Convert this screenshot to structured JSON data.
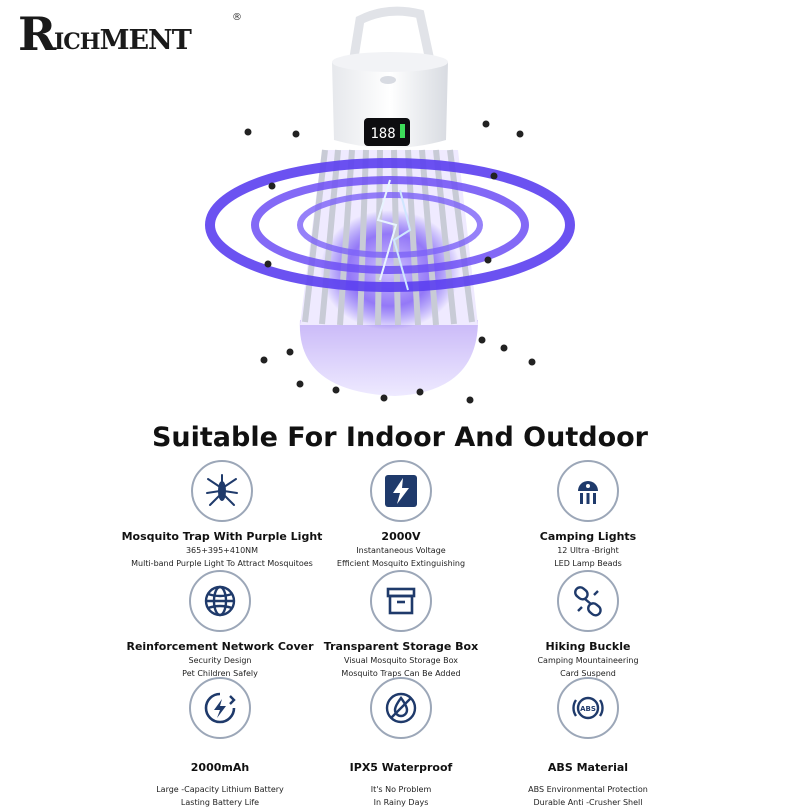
{
  "brand": {
    "logo_text": "RICHMENT",
    "registered_mark": "®"
  },
  "headline": "Suitable For Indoor And Outdoor",
  "display_reading": "188",
  "colors": {
    "accent": "#5b3ff0",
    "icon_navy": "#1f3a6b",
    "ring": "#9ca7b8"
  },
  "features": [
    {
      "title": "Mosquito Trap With Purple Light",
      "lines": [
        "365+395+410NM",
        "Multi-band Purple Light To Attract Mosquitoes"
      ],
      "icon": "mosquito-icon"
    },
    {
      "title": "2000V",
      "lines": [
        "Instantaneous Voltage",
        "Efficient Mosquito Extinguishing"
      ],
      "icon": "lightning-icon"
    },
    {
      "title": "Camping Lights",
      "lines": [
        "12 Ultra -Bright",
        "LED Lamp Beads"
      ],
      "icon": "lamp-icon"
    },
    {
      "title": "Reinforcement Network Cover",
      "lines": [
        "Security Design",
        "Pet Children Safely"
      ],
      "icon": "globe-icon"
    },
    {
      "title": "Transparent Storage Box",
      "lines": [
        "Visual Mosquito Storage Box",
        "Mosquito Traps Can Be Added"
      ],
      "icon": "box-icon"
    },
    {
      "title": "Hiking Buckle",
      "lines": [
        "Camping Mountaineering",
        "Card Suspend"
      ],
      "icon": "buckle-icon"
    },
    {
      "title": "2000mAh",
      "lines": [
        "Large -Capacity Lithium Battery",
        "Lasting Battery Life"
      ],
      "icon": "battery-icon"
    },
    {
      "title": "IPX5 Waterproof",
      "lines": [
        "It's No Problem",
        "In Rainy Days"
      ],
      "icon": "waterproof-icon"
    },
    {
      "title": "ABS Material",
      "lines": [
        "ABS Environmental Protection",
        "Durable Anti -Crusher Shell"
      ],
      "icon": "abs-icon"
    }
  ]
}
